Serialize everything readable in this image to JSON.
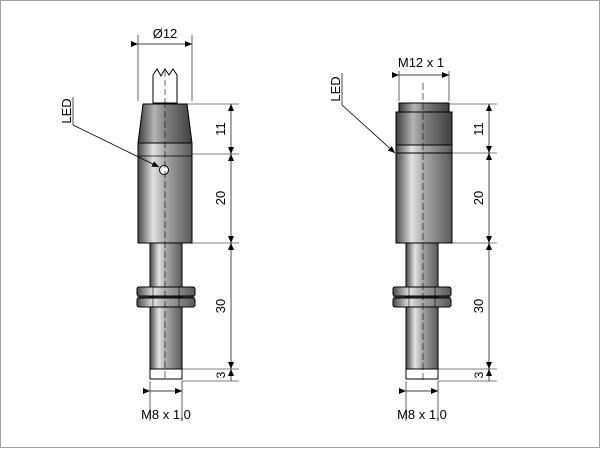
{
  "left_sensor": {
    "diameter_label": "Ø12",
    "led_label": "LED",
    "dims": [
      "11",
      "20",
      "30",
      "3"
    ],
    "thread_label": "M8 x 1,0"
  },
  "right_sensor": {
    "top_label": "M12 x 1",
    "led_label": "LED",
    "dims": [
      "11",
      "20",
      "30",
      "3"
    ],
    "thread_label": "M8 x 1,0"
  },
  "colors": {
    "steel_dark": "#5f5f5f",
    "steel_light": "#dcdcdc",
    "line": "#000000"
  }
}
